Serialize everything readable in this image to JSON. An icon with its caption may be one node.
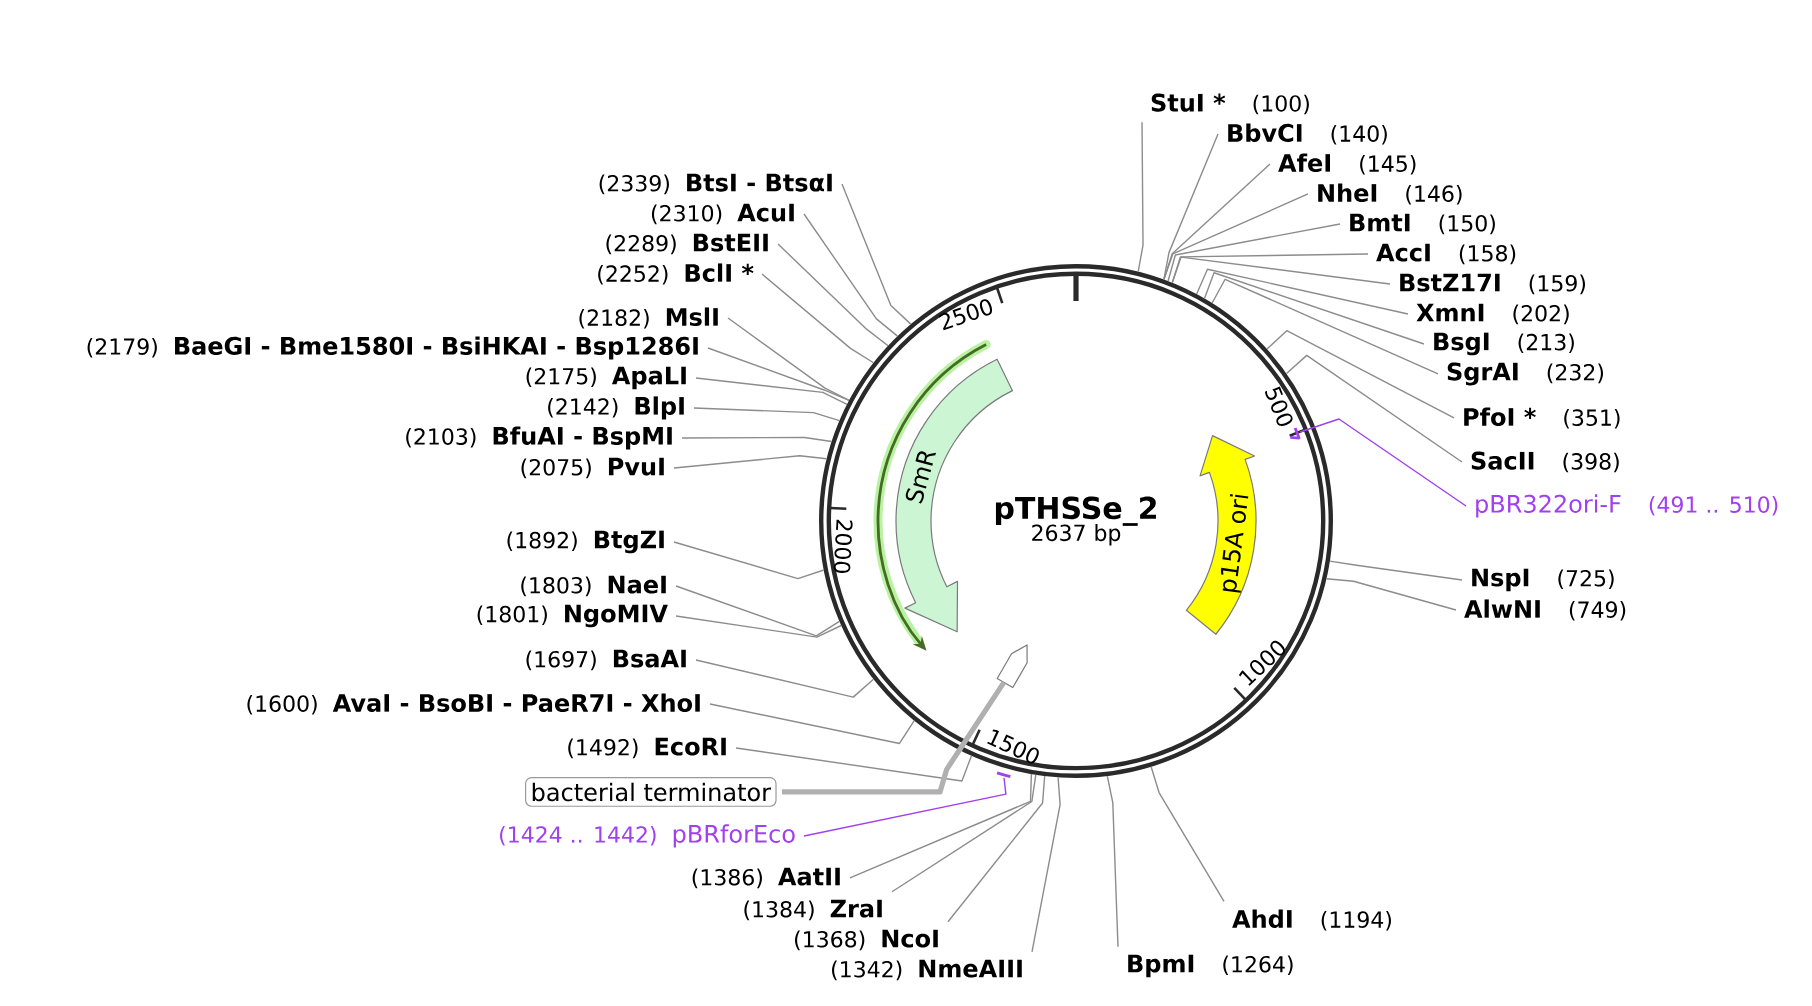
{
  "diagram": {
    "nodes": [
      {
        "text": [
          "pTHSSe_2",
          "2637 bp"
        ]
      },
      {
        "text": [
          "SmR"
        ],
        "in": 0
      },
      {
        "text": [
          "p15A ori"
        ],
        "in": 0
      },
      {
        "text": [],
        "shape": "arrow",
        "in": 0
      },
      {
        "text": [],
        "shape": "bar",
        "in": 0
      },
      {
        "text": [],
        "shape": "bar"
      },
      {
        "text": [
          "(2339)",
          "BtsI - BtsαI"
        ]
      },
      {
        "text": [
          "(2310)",
          "AcuI"
        ]
      },
      {
        "text": [
          "(2289)",
          "BstEII"
        ]
      },
      {
        "text": [
          "(2252)",
          "BclI *"
        ]
      },
      {
        "text": [
          "(2182)",
          "MslI"
        ]
      },
      {
        "text": [
          "(2179)",
          "BaeGI - Bme1580I - BsiHKAI - Bsp1286I"
        ]
      },
      {
        "text": [
          "(2175)",
          "ApaLI"
        ]
      },
      {
        "text": [
          "(2142)",
          "BlpI"
        ]
      },
      {
        "text": [
          "(2103)",
          "BfuAI - BspMI"
        ]
      },
      {
        "text": [
          "(2075)",
          "PvuI"
        ]
      },
      {
        "text": [
          "(1892)",
          "BtgZI"
        ]
      },
      {
        "text": [
          "(1803)",
          "NaeI"
        ]
      },
      {
        "text": [
          "(1801)",
          "NgoMIV"
        ]
      },
      {
        "text": [
          "(1697)",
          "BsaAI"
        ]
      },
      {
        "text": [
          "(1600)",
          "AvaI - BsoBI - PaeR7I - XhoI"
        ]
      },
      {
        "text": [
          "(1492)",
          "EcoRI"
        ]
      },
      {
        "text": [
          "bacterial terminator"
        ]
      },
      {
        "text": [
          "(1424 .. 1442)",
          "pBRforEco"
        ]
      },
      {
        "text": [
          "(1386)",
          "AatII"
        ]
      },
      {
        "text": [
          "(1384)",
          "ZraI"
        ]
      },
      {
        "text": [
          "(1368)",
          "NcoI"
        ]
      },
      {
        "text": [
          "(1342)",
          "NmeAIII"
        ]
      },
      {
        "text": [
          "StuI *",
          "(100)"
        ]
      },
      {
        "text": [
          "BbvCI",
          "(140)"
        ]
      },
      {
        "text": [
          "AfeI",
          "(145)"
        ]
      },
      {
        "text": [
          "NheI",
          "(146)"
        ]
      },
      {
        "text": [
          "BmtI",
          "(150)"
        ]
      },
      {
        "text": [
          "AccI",
          "(158)"
        ]
      },
      {
        "text": [
          "BstZ17I",
          "(159)"
        ]
      },
      {
        "text": [
          "XmnI",
          "(202)"
        ]
      },
      {
        "text": [
          "BsgI",
          "(213)"
        ]
      },
      {
        "text": [
          "SgrAI",
          "(232)"
        ]
      },
      {
        "text": [
          "PfoI *",
          "(351)"
        ]
      },
      {
        "text": [
          "SacII",
          "(398)"
        ]
      },
      {
        "text": [
          "pBR322ori-F",
          "(491 .. 510)"
        ]
      },
      {
        "text": [
          "NspI",
          "(725)"
        ]
      },
      {
        "text": [
          "AlwNI",
          "(749)"
        ]
      },
      {
        "text": [
          "AhdI",
          "(1194)"
        ]
      },
      {
        "text": [
          "BpmI",
          "(1264)"
        ]
      }
    ],
    "edges": [
      {
        "from": 6,
        "to": 0,
        "arrow": "none"
      },
      {
        "from": 7,
        "to": 0,
        "arrow": "none"
      },
      {
        "from": 8,
        "to": 0,
        "arrow": "none"
      },
      {
        "from": 9,
        "to": 0,
        "arrow": "none"
      },
      {
        "from": 10,
        "to": 0,
        "arrow": "none"
      },
      {
        "from": 11,
        "to": 0,
        "arrow": "none"
      },
      {
        "from": 12,
        "to": 0,
        "arrow": "none"
      },
      {
        "from": 13,
        "to": 0,
        "arrow": "none"
      },
      {
        "from": 14,
        "to": 0,
        "arrow": "none"
      },
      {
        "from": 15,
        "to": 0,
        "arrow": "none"
      },
      {
        "from": 16,
        "to": 0,
        "arrow": "none"
      },
      {
        "from": 17,
        "to": 0,
        "arrow": "none"
      },
      {
        "from": 18,
        "to": 0,
        "arrow": "none"
      },
      {
        "from": 19,
        "to": 0,
        "arrow": "none"
      },
      {
        "from": 20,
        "to": 0,
        "arrow": "none"
      },
      {
        "from": 21,
        "to": 0,
        "arrow": "none"
      },
      {
        "from": 22,
        "to": 3,
        "arrow": "none",
        "style": "thick",
        "color": "#b0b0b0"
      },
      {
        "from": 23,
        "to": 5,
        "arrow": "none",
        "color": "#a040f0"
      },
      {
        "from": 24,
        "to": 0,
        "arrow": "none"
      },
      {
        "from": 25,
        "to": 0,
        "arrow": "none"
      },
      {
        "from": 26,
        "to": 0,
        "arrow": "none"
      },
      {
        "from": 27,
        "to": 0,
        "arrow": "none"
      },
      {
        "from": 28,
        "to": 0,
        "arrow": "none"
      },
      {
        "from": 29,
        "to": 0,
        "arrow": "none"
      },
      {
        "from": 30,
        "to": 0,
        "arrow": "none"
      },
      {
        "from": 31,
        "to": 0,
        "arrow": "none"
      },
      {
        "from": 32,
        "to": 0,
        "arrow": "none"
      },
      {
        "from": 33,
        "to": 0,
        "arrow": "none"
      },
      {
        "from": 34,
        "to": 0,
        "arrow": "none"
      },
      {
        "from": 35,
        "to": 0,
        "arrow": "none"
      },
      {
        "from": 36,
        "to": 0,
        "arrow": "none"
      },
      {
        "from": 37,
        "to": 0,
        "arrow": "none"
      },
      {
        "from": 38,
        "to": 0,
        "arrow": "none"
      },
      {
        "from": 39,
        "to": 0,
        "arrow": "none"
      },
      {
        "from": 40,
        "to": 4,
        "arrow": "none",
        "color": "#a040f0"
      },
      {
        "from": 41,
        "to": 0,
        "arrow": "none"
      },
      {
        "from": 42,
        "to": 0,
        "arrow": "none"
      },
      {
        "from": 43,
        "to": 0,
        "arrow": "none"
      },
      {
        "from": 44,
        "to": 0,
        "arrow": "none"
      }
    ],
    "labels": [
      "2500",
      "500",
      "2000",
      "1000",
      "1500"
    ]
  }
}
